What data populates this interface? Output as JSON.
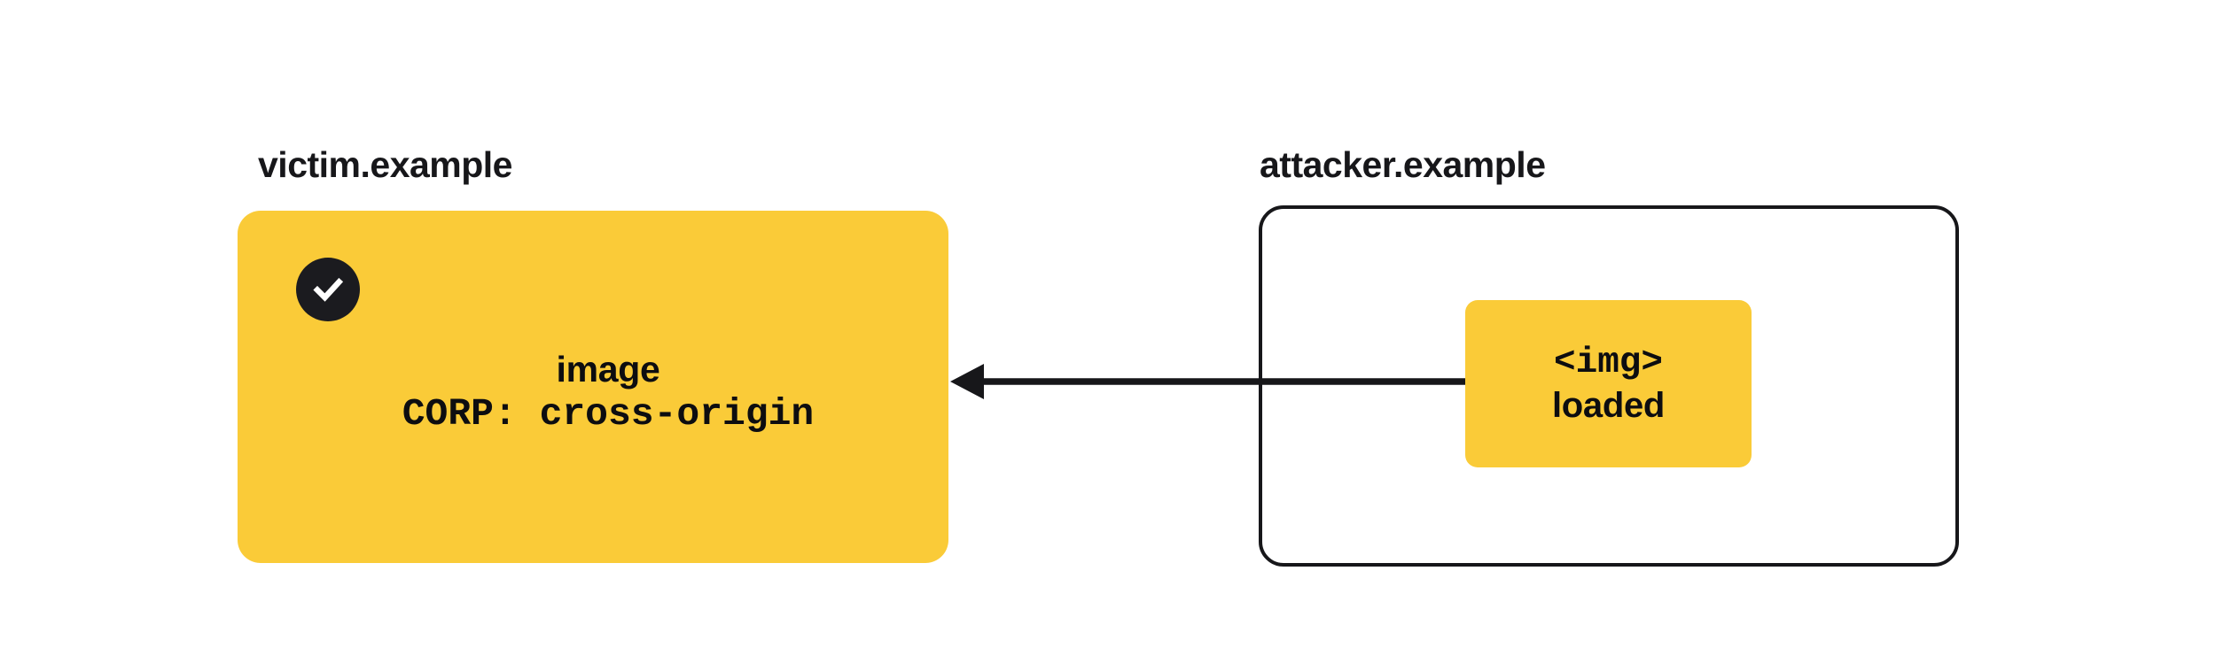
{
  "diagram": {
    "type": "security-flow",
    "title_context": "Cross-Origin Resource Policy blocking a cross-origin image embed",
    "background_color": "#ffffff",
    "accent_color": "#facb38",
    "ink_color": "#17171a"
  },
  "origins": {
    "victim": {
      "label": "victim.example",
      "panel_style": "filled",
      "panel_color": "#facb38",
      "badge": {
        "icon": "check-icon",
        "shape": "circle",
        "background": "#1b1b1f",
        "mark_color": "#ffffff"
      },
      "resource": {
        "name": "image",
        "header": "CORP: cross-origin"
      }
    },
    "attacker": {
      "label": "attacker.example",
      "panel_style": "outlined",
      "panel_border_color": "#17171a",
      "node": {
        "tag": "<img>",
        "state": "loaded",
        "background": "#facb38"
      }
    }
  },
  "arrow": {
    "name": "request-arrow",
    "direction": "right-to-left",
    "from": "attacker.example <img>",
    "to": "victim.example image",
    "color": "#17171a",
    "style": "solid",
    "head": "filled-triangle"
  }
}
